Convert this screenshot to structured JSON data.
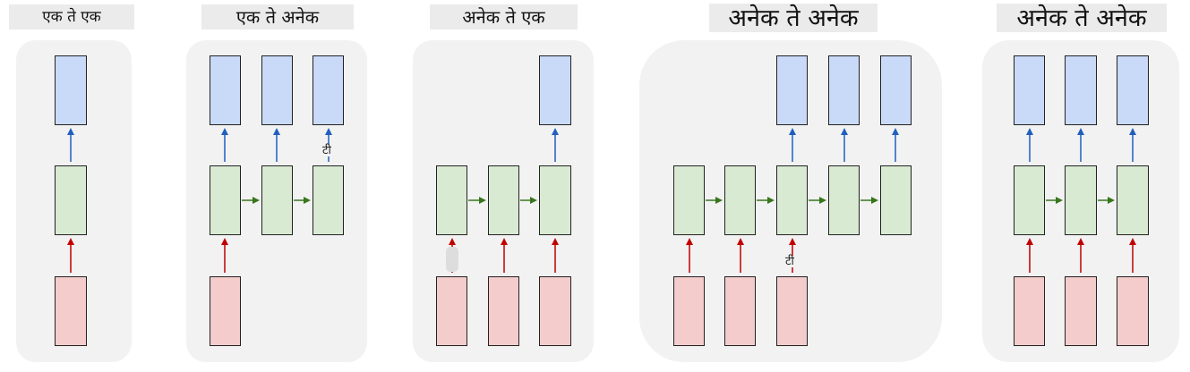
{
  "titles": {
    "one_to_one": "एक ते एक",
    "one_to_many": "एक ते अनेक",
    "many_to_one": "अनेक ते एक",
    "many_to_many_1": "अनेक ते अनेक",
    "many_to_many_2": "अनेक ते अनेक"
  },
  "stray_labels": {
    "one_to_many": "टी",
    "many_to_many": "टी"
  },
  "colors": {
    "output_box": "#c9daf8",
    "hidden_box": "#d9ead3",
    "input_box": "#f4cccc",
    "input_arrow": "#c00000",
    "output_arrow": "#1f5fbf",
    "recurrent_arrow": "#38761d",
    "panel": "#f2f2f2"
  }
}
